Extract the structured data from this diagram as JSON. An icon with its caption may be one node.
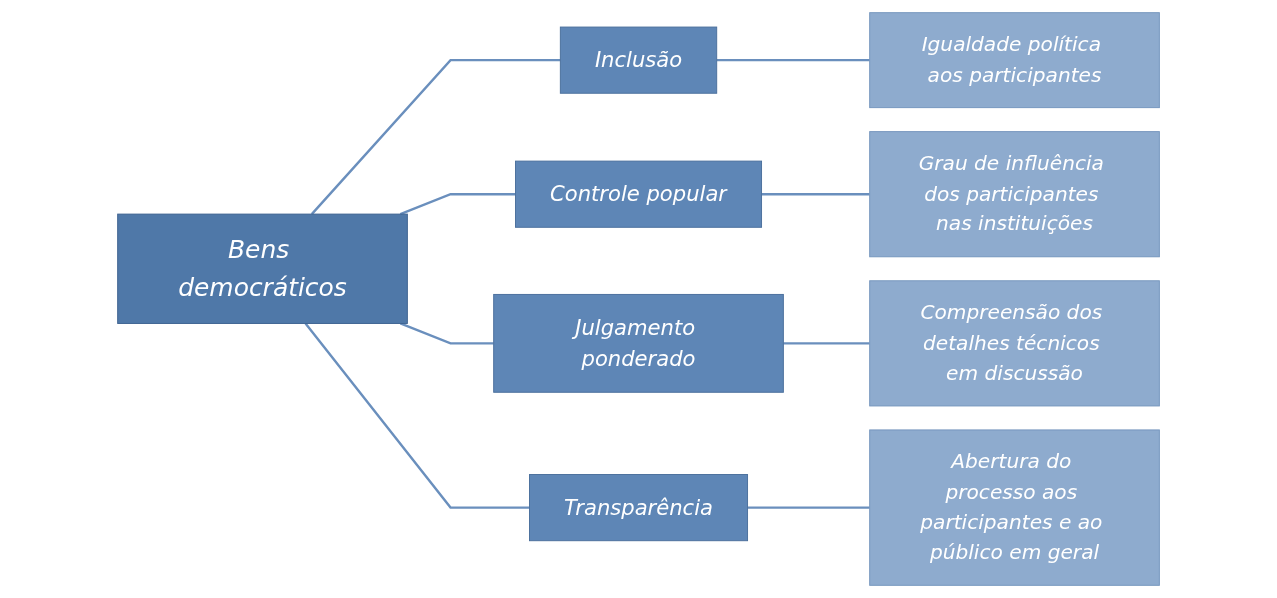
{
  "diagram": {
    "nodes": [
      {
        "text": [
          "Bens democráticos"
        ]
      },
      {
        "text": [
          "Inclusão"
        ]
      },
      {
        "text": [
          "Igualdade política aos participantes"
        ]
      },
      {
        "text": [
          "Controle popular"
        ]
      },
      {
        "text": [
          "Grau de influência dos participantes nas instituições"
        ]
      },
      {
        "text": [
          "Julgamento ponderado"
        ]
      },
      {
        "text": [
          "Compreensão dos detalhes técnicos em discussão"
        ]
      },
      {
        "text": [
          "Transparência"
        ]
      },
      {
        "text": [
          "Abertura do processo aos participantes e ao público em geral"
        ]
      }
    ],
    "edges": [
      {
        "from": 0,
        "to": 1,
        "arrow": "none"
      },
      {
        "from": 0,
        "to": 3,
        "arrow": "none"
      },
      {
        "from": 0,
        "to": 5,
        "arrow": "none"
      },
      {
        "from": 0,
        "to": 7,
        "arrow": "none"
      },
      {
        "from": 1,
        "to": 2,
        "arrow": "none"
      },
      {
        "from": 3,
        "to": 4,
        "arrow": "none"
      },
      {
        "from": 5,
        "to": 6,
        "arrow": "none"
      },
      {
        "from": 7,
        "to": 8,
        "arrow": "none"
      }
    ]
  }
}
